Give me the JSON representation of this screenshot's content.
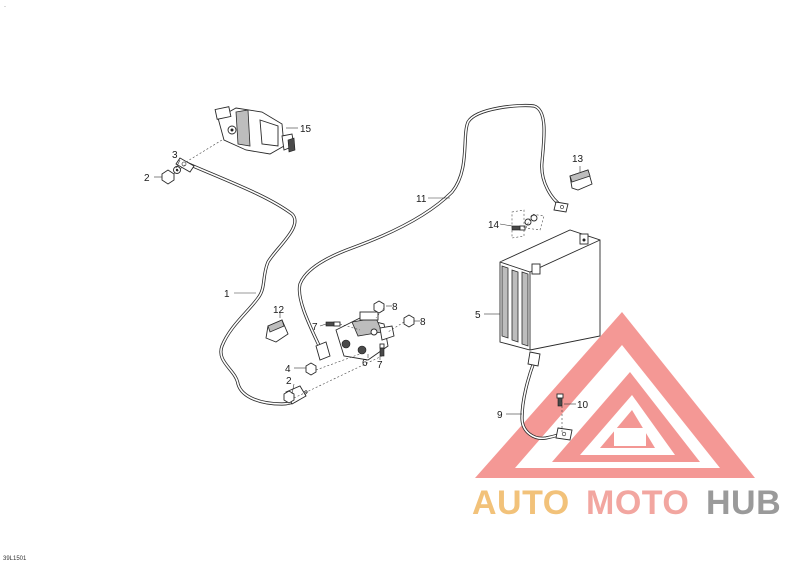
{
  "diagram": {
    "reference_code": "39L1501",
    "corner_mark": "·",
    "callouts": [
      {
        "id": "c1",
        "text": "1"
      },
      {
        "id": "c2a",
        "text": "2"
      },
      {
        "id": "c2b",
        "text": "2"
      },
      {
        "id": "c3",
        "text": "3"
      },
      {
        "id": "c4",
        "text": "4"
      },
      {
        "id": "c5",
        "text": "5"
      },
      {
        "id": "c6",
        "text": "6"
      },
      {
        "id": "c7a",
        "text": "7"
      },
      {
        "id": "c7b",
        "text": "7"
      },
      {
        "id": "c8a",
        "text": "8"
      },
      {
        "id": "c8b",
        "text": "8"
      },
      {
        "id": "c9",
        "text": "9"
      },
      {
        "id": "c10",
        "text": "10"
      },
      {
        "id": "c11",
        "text": "11"
      },
      {
        "id": "c12",
        "text": "12"
      },
      {
        "id": "c13",
        "text": "13"
      },
      {
        "id": "c14",
        "text": "14"
      },
      {
        "id": "c15",
        "text": "15"
      }
    ]
  },
  "watermark": {
    "word_part1": "AUTO",
    "word_part2": "MOTO",
    "word_part3": "HUB",
    "colors": {
      "part1": "#f2c27a",
      "part2": "#f2a6a0",
      "part3": "#9a9a9a",
      "logo": "#ef6b66"
    }
  }
}
